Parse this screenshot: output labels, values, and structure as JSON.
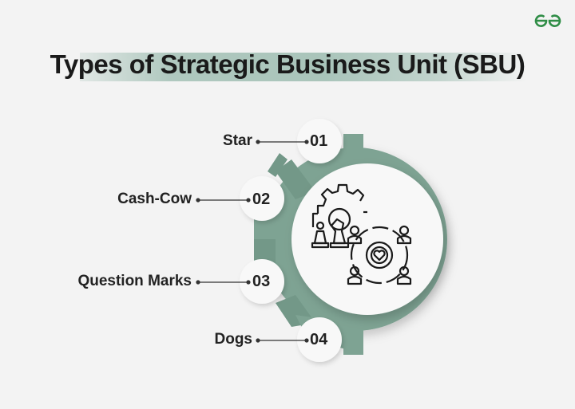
{
  "brand": {
    "logo_icon": "geeksforgeeks-logo-icon",
    "color": "#2f8d46"
  },
  "title": "Types of Strategic Business Unit (SBU)",
  "colors": {
    "ring": "#7ea393",
    "ring_dark": "#6e9383",
    "circle": "#f8f8f8",
    "background": "#f3f3f3"
  },
  "center_icon": "strategy-gear-team-icon",
  "items": [
    {
      "number": "01",
      "label": "Star"
    },
    {
      "number": "02",
      "label": "Cash-Cow"
    },
    {
      "number": "03",
      "label": "Question Marks"
    },
    {
      "number": "04",
      "label": "Dogs"
    }
  ]
}
